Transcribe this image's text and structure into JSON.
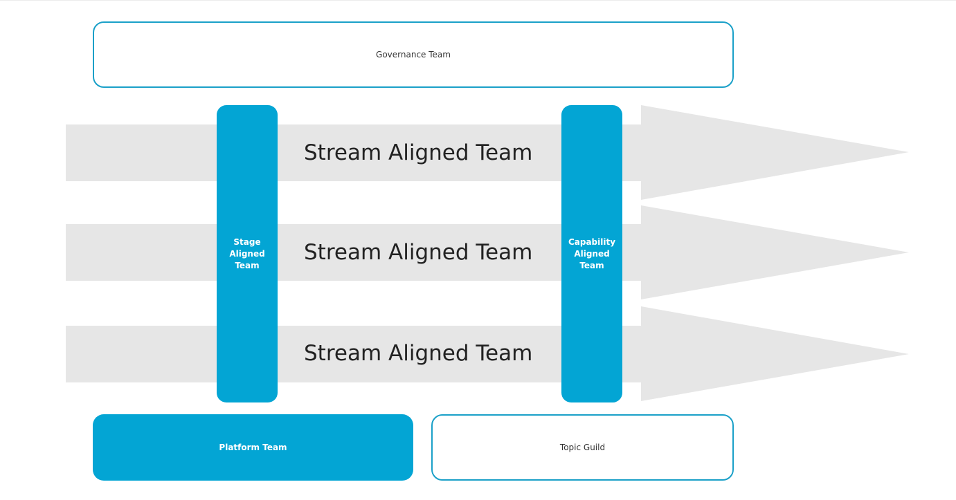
{
  "diagram": {
    "governance_label": "Governance Team",
    "streams": [
      {
        "label": "Stream Aligned Team"
      },
      {
        "label": "Stream Aligned Team"
      },
      {
        "label": "Stream Aligned Team"
      }
    ],
    "stage_label": "Stage Aligned Team",
    "capability_label": "Capability Aligned Team",
    "platform_label": "Platform Team",
    "guild_label": "Topic Guild"
  },
  "colors": {
    "accent_fill": "#03a5d4",
    "accent_border": "#1aa0c8",
    "arrow_fill": "#e6e6e6",
    "stream_text": "#222222"
  }
}
